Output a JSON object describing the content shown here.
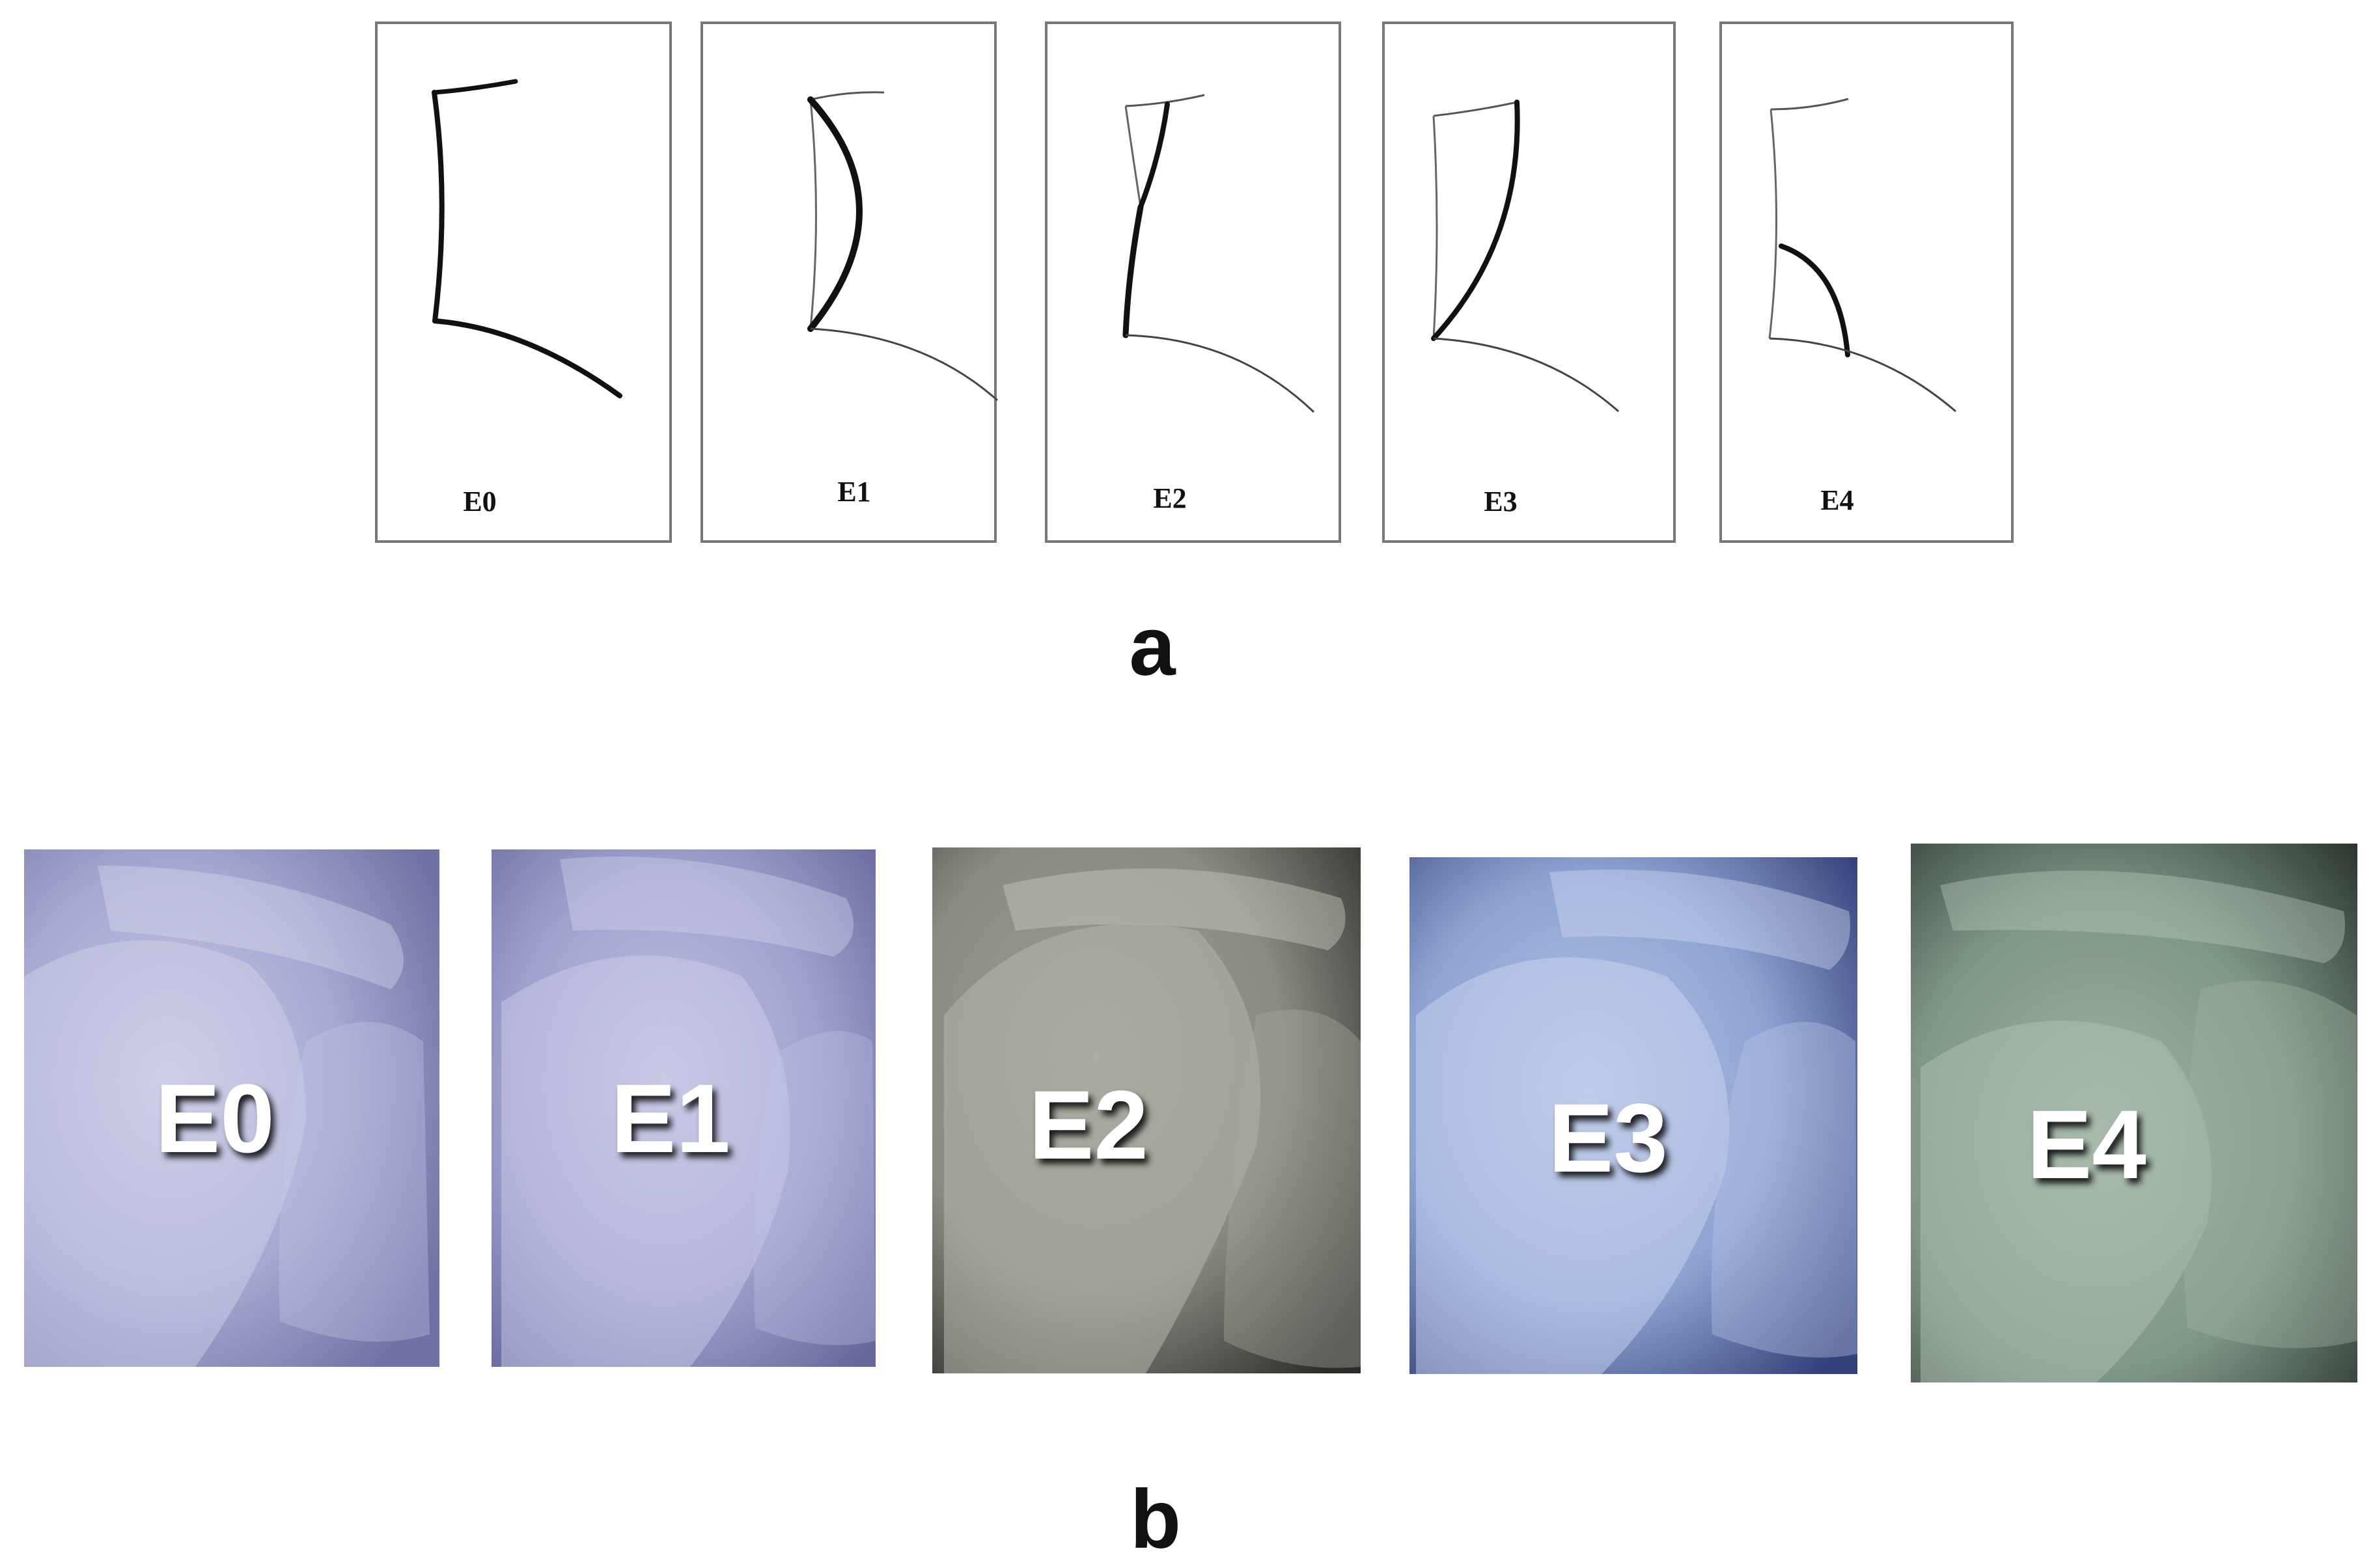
{
  "panel_a": {
    "label": "a",
    "diagrams": [
      {
        "grade": "E0"
      },
      {
        "grade": "E1"
      },
      {
        "grade": "E2"
      },
      {
        "grade": "E3"
      },
      {
        "grade": "E4"
      }
    ]
  },
  "panel_b": {
    "label": "b",
    "radiographs": [
      {
        "grade": "E0",
        "tint": "#9a9cc4"
      },
      {
        "grade": "E1",
        "tint": "#9496c2"
      },
      {
        "grade": "E2",
        "tint": "#8c8e86"
      },
      {
        "grade": "E3",
        "tint": "#7f93c4"
      },
      {
        "grade": "E4",
        "tint": "#7d9488"
      }
    ]
  }
}
